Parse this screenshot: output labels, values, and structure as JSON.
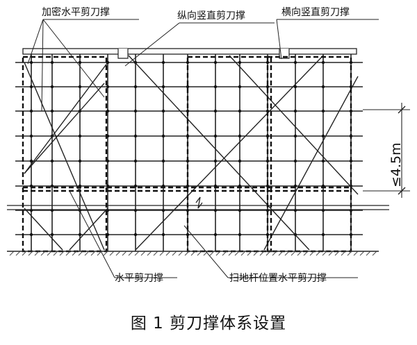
{
  "figure": {
    "labels": {
      "dense_horizontal_brace": "加密水平剪刀撑",
      "longitudinal_vertical_brace": "纵向竖直剪刀撑",
      "transverse_vertical_brace": "横向竖直剪刀撑",
      "horizontal_brace": "水平剪刀撑",
      "sweep_rod_horizontal_brace": "扫地杆位置水平剪刀撑"
    },
    "dimension": "≤4.5m",
    "caption": "图 1 剪刀撑体系设置"
  }
}
